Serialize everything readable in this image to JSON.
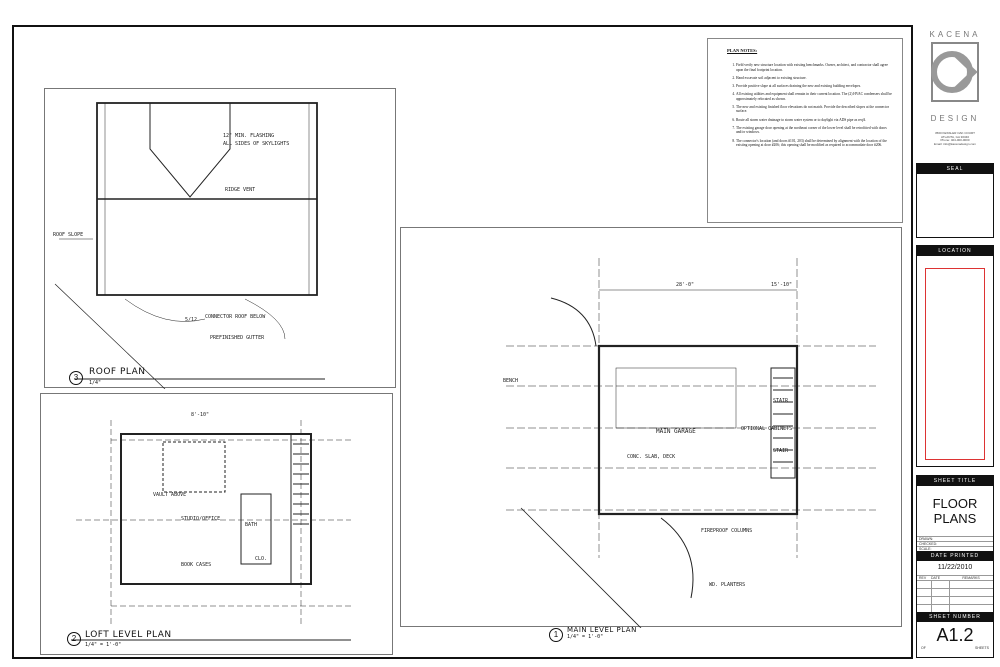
{
  "plan_notes": {
    "heading": "PLAN NOTES:",
    "items": [
      "Field verify new structure location with existing benchmarks. Owner, architect, and contractor shall agree upon the final footprint location.",
      "Hand excavate soil adjacent to existing structure.",
      "Provide positive slope at all surfaces draining the new and existing building envelopes.",
      "All existing utilities and equipment shall remain in their current location. The (2) HVAC condensers shall be approximately relocated as shown.",
      "The new and existing finished floor elevations do not match. Provide the described slopes at the connector surface.",
      "Route all storm water drainage to storm water system or to daylight via ADS pipe as req'd.",
      "The existing garage door opening at the northeast corner of the lower level shall be retrofitted with doors and/or windows.",
      "The connector's location (and doors #101, 203) shall be determined by alignment with the location of the existing opening at door #206; this opening shall be modified as required to accommodate door #206."
    ]
  },
  "drawings": {
    "roof": {
      "number": "3",
      "title": "ROOF PLAN",
      "scale": "1/4\"",
      "labels": [
        "RIDGE VENT",
        "12\" MIN. FLASHING",
        "ALL SIDES OF SKYLIGHTS",
        "CONNECTOR ROOF BELOW",
        "PREFINISHED GUTTER",
        "ROOF SLOPE",
        "5/12"
      ]
    },
    "loft": {
      "number": "2",
      "title": "LOFT LEVEL PLAN",
      "scale": "1/4\" = 1'-0\"",
      "labels": [
        "STUDIO/OFFICE",
        "VAULT ABOVE",
        "BATH",
        "CLO.",
        "BOOK CASES",
        "8'-10\""
      ]
    },
    "main": {
      "number": "1",
      "title": "MAIN LEVEL PLAN",
      "scale": "1/4\" = 1'-0\"",
      "labels": [
        "MAIN GARAGE",
        "STAIR",
        "STAIR",
        "OPTIONAL CABINETS",
        "CONC. SLAB, DECK",
        "BENCH",
        "FIREPROOF COLUMNS",
        "WD. PLANTERS",
        "28'-0\"",
        "15'-10\""
      ]
    }
  },
  "title_block": {
    "firm_top": "KACENA",
    "firm_bottom": "DESIGN",
    "address": [
      "3560 KESSLER OAK COURT",
      "ATLANTA, GA 30340",
      "Phone: 404-000-0000",
      "Email: info@kacenadesign.com"
    ],
    "seal_label": "SEAL",
    "location_label": "LOCATION",
    "sheet_title_label": "SHEET TITLE",
    "sheet_title": "FLOOR PLANS",
    "fields": [
      "DRAWN:",
      "CHECKED:",
      "SCALE:"
    ],
    "date_label": "DATE PRINTED",
    "date": "11/22/2010",
    "rev_cols": [
      "REV",
      "DATE",
      "REMARKS"
    ],
    "sheet_number_label": "SHEET NUMBER",
    "sheet_number": "A1.2",
    "footer_left": "OF",
    "footer_right": "SHEETS"
  }
}
